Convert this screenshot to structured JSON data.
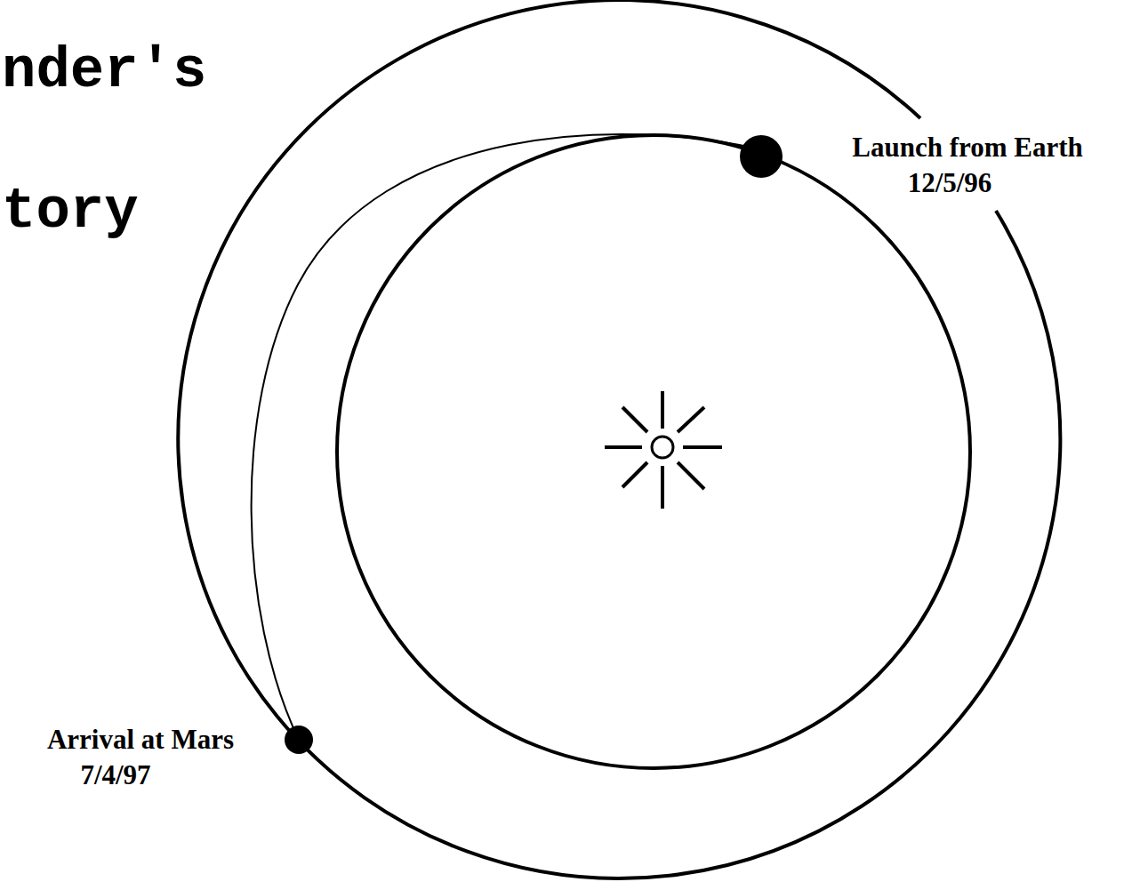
{
  "diagram": {
    "labels": [
      "nder's",
      "tory",
      "Launch from Earth",
      "12/5/96",
      "Arrival at Mars",
      "7/4/97"
    ]
  }
}
